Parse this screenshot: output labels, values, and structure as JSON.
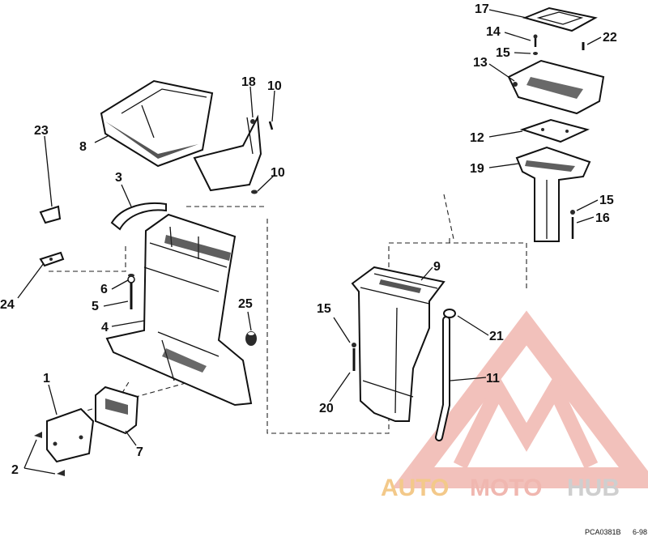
{
  "callouts": {
    "c1": "1",
    "c2": "2",
    "c3": "3",
    "c4": "4",
    "c5": "5",
    "c6": "6",
    "c7": "7",
    "c8": "8",
    "c9": "9",
    "c10a": "10",
    "c10b": "10",
    "c11": "11",
    "c12": "12",
    "c13": "13",
    "c14": "14",
    "c15a": "15",
    "c15b": "15",
    "c15c": "15",
    "c16": "16",
    "c17": "17",
    "c18": "18",
    "c19": "19",
    "c20": "20",
    "c21": "21",
    "c22": "22",
    "c23": "23",
    "c24": "24",
    "c25": "25"
  },
  "watermark": {
    "part1": "AUTO",
    "part2": "MOTO",
    "part3": "HUB",
    "color_primary": "#f0b7b0",
    "color_accent": "#f3c98a",
    "color_gray": "#cfcfcf"
  },
  "footer": {
    "ref_code": "PCA0381B",
    "date": "6-98"
  }
}
